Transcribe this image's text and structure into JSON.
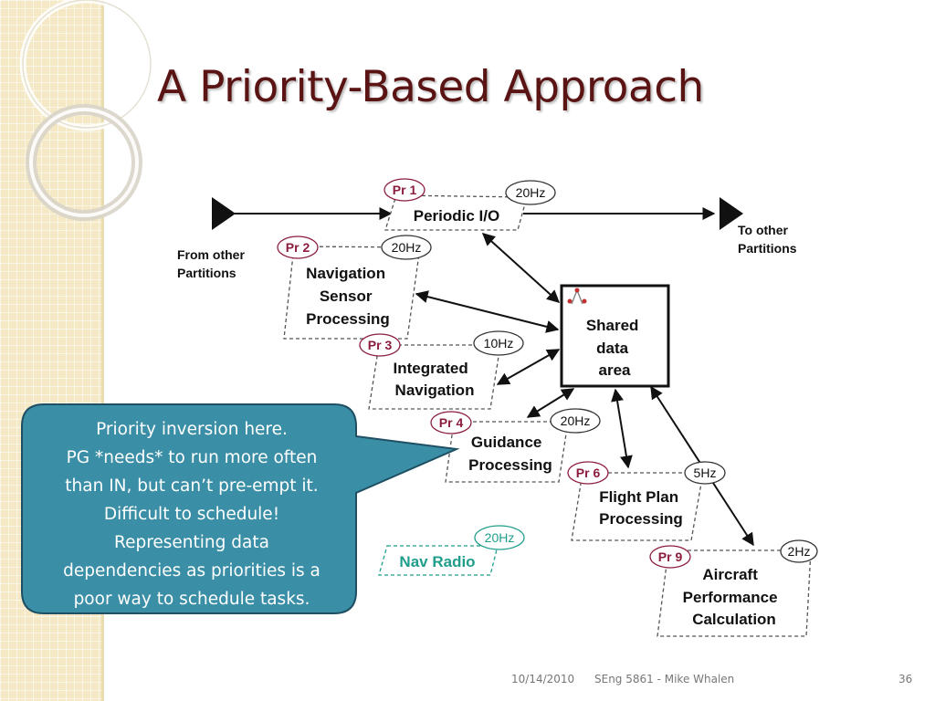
{
  "slide": {
    "title": "A Priority-Based Approach",
    "footer": {
      "date": "10/14/2010",
      "course": "SEng 5861 - Mike Whalen",
      "page": "36"
    }
  },
  "diagram": {
    "external_in": [
      "From other",
      "Partitions"
    ],
    "external_out": [
      "To other",
      "Partitions"
    ],
    "shared": [
      "Shared",
      "data",
      "area"
    ],
    "tasks": [
      {
        "priority": "Pr 1",
        "rate": "20Hz",
        "lines": [
          "Periodic I/O"
        ]
      },
      {
        "priority": "Pr 2",
        "rate": "20Hz",
        "lines": [
          "Navigation",
          "Sensor",
          "Processing"
        ]
      },
      {
        "priority": "Pr 3",
        "rate": "10Hz",
        "lines": [
          "Integrated",
          "Navigation"
        ]
      },
      {
        "priority": "Pr 4",
        "rate": "20Hz",
        "lines": [
          "Guidance",
          "Processing"
        ]
      },
      {
        "priority": "Pr 6",
        "rate": "5Hz",
        "lines": [
          "Flight Plan",
          "Processing"
        ]
      },
      {
        "priority": "Pr 9",
        "rate": "2Hz",
        "lines": [
          "Aircraft",
          "Performance",
          "Calculation"
        ]
      },
      {
        "priority": "",
        "rate": "20Hz",
        "lines": [
          "Nav Radio"
        ]
      }
    ]
  },
  "callout": {
    "lines": [
      "Priority inversion here.",
      "PG *needs* to run more often",
      "than IN, but can’t pre-empt it.",
      "Difficult to schedule!",
      "Representing data",
      "dependencies as priorities is a",
      "poor way to schedule tasks."
    ]
  },
  "colors": {
    "title": "#5a1414",
    "callout_fill": "#3a8ea6",
    "callout_border": "#1f4f63",
    "priority_text": "#8b1c3c",
    "nav_radio": "#1f9e8c"
  }
}
